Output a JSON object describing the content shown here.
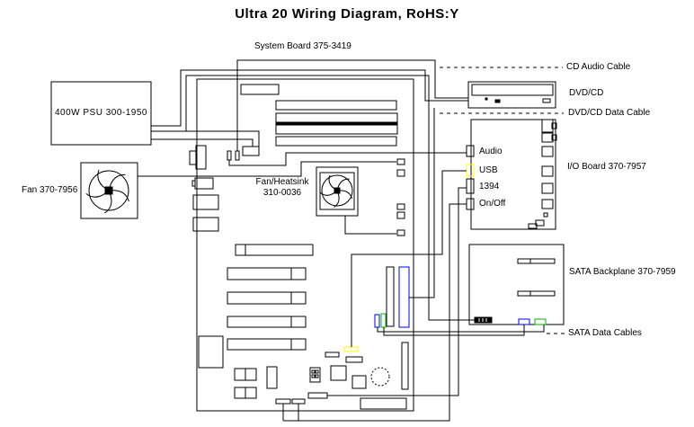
{
  "title": "Ultra 20 Wiring Diagram, RoHS:Y",
  "colors": {
    "line": "#000000",
    "background": "#ffffff",
    "usb_highlight": "#ffff00",
    "sata_blue": "#0000ff",
    "sata_green": "#00b400"
  },
  "components": {
    "system_board": {
      "label": "System Board 375-3419"
    },
    "psu": {
      "label": "400W PSU 300-1950"
    },
    "front_fan": {
      "label": "Fan 370-7956"
    },
    "cpu_fan": {
      "label_line1": "Fan/Heatsink",
      "label_line2": "310-0036"
    },
    "dvd": {
      "label": "DVD/CD"
    },
    "io_board": {
      "label": "I/O Board 370-7957",
      "ports": [
        {
          "label": "Audio"
        },
        {
          "label": "USB"
        },
        {
          "label": "1394"
        },
        {
          "label": "On/Off"
        }
      ]
    },
    "sata_backplane": {
      "label": "SATA Backplane 370-7959"
    }
  },
  "cables": {
    "cd_audio": {
      "label": "CD Audio Cable"
    },
    "dvd_data": {
      "label": "DVD/CD Data Cable"
    },
    "sata_data": {
      "label": "SATA Data Cables"
    }
  }
}
